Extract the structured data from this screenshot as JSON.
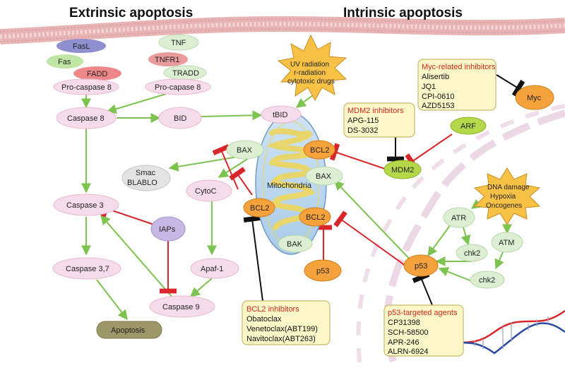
{
  "titles": {
    "extrinsic": "Extrinsic apoptosis",
    "intrinsic": "Intrinsic apoptosis"
  },
  "nodes": {
    "fasl": "FasL",
    "fas": "Fas",
    "fadd": "FADD",
    "procasp8_left": "Pro-caspase 8",
    "tnf": "TNF",
    "tnfr1": "TNFR1",
    "tradd": "TRADD",
    "procasp8_right": "Pro-capase 8",
    "caspase8": "Caspase 8",
    "bid": "BID",
    "tbid": "tBID",
    "bax_left": "BAX",
    "bcl2_top": "BCL2",
    "bax_right": "BAX",
    "bcl2_mid": "BCL2",
    "bcl2_left": "BCL2",
    "bak": "BAK",
    "mitochondria": "Mitochondria",
    "smac_line1": "Smac",
    "smac_line2": "BLABLO",
    "cytoc": "CytoC",
    "caspase3": "Caspase 3",
    "iaps": "IAPs",
    "apaf1": "Apaf-1",
    "caspase37": "Caspase 3,7",
    "caspase9": "Caspase 9",
    "apoptosis": "Apoptosis",
    "p53_center": "p53",
    "p53_right": "p53",
    "mdm2": "MDM2",
    "arf": "ARF",
    "myc": "Myc",
    "atr": "ATR",
    "atm": "ATM",
    "chk2_left": "chk2",
    "chk2_right": "chk2"
  },
  "stress_top": [
    "UV radiation",
    "r-radiation",
    "cytotoxic drugs"
  ],
  "stress_right": [
    "DNA damage",
    "Hypoxia",
    "Oncogenes"
  ],
  "boxes": {
    "myc": {
      "title": "Myc-related inhibitors",
      "items": [
        "Alisertib",
        "JQ1",
        "CPI-0610",
        "AZD5153"
      ]
    },
    "mdm2": {
      "title": "MDM2 inhibitors",
      "items": [
        "APG-115",
        "DS-3032"
      ]
    },
    "bcl2": {
      "title": "BCL2 inhibitors",
      "items": [
        "Obatoclax",
        "Venetoclax(ABT199)",
        "Navitoclax(ABT263)"
      ]
    },
    "p53": {
      "title": "p53-targeted agents",
      "items": [
        "CP31398",
        "SCH-58500",
        "APR-246",
        "ALRN-6924"
      ]
    }
  },
  "colors": {
    "arrow_green": "#7cc34f",
    "inhibit_red": "#d9262b",
    "inhibit_black": "#111111",
    "box_fill": "#fbf7c8",
    "box_stroke": "#c9b96a",
    "pink": "#f6dcea",
    "orange": "#f5a23d",
    "green_node": "#dcefd3",
    "lime": "#b5d84a",
    "starburst": "#f7c145"
  }
}
